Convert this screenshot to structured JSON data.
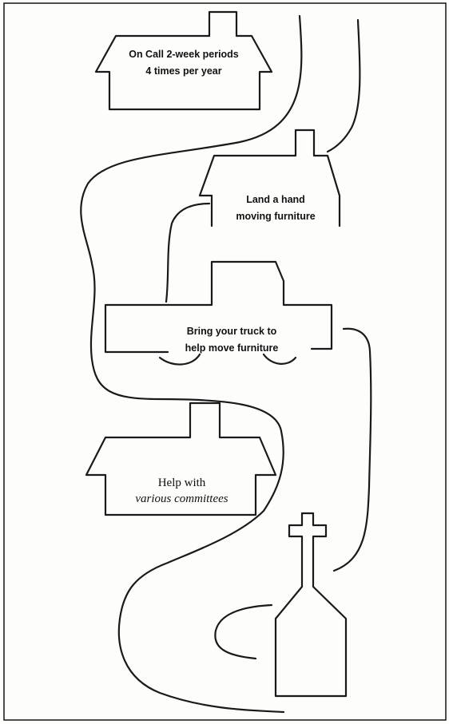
{
  "houses": [
    {
      "id": "on-call",
      "lines": [
        "On Call 2-week periods",
        "4 times per year"
      ]
    },
    {
      "id": "land-a-hand",
      "lines": [
        "Land a hand",
        "moving furniture"
      ]
    },
    {
      "id": "truck",
      "lines": [
        "Bring your truck to",
        "help move furniture"
      ]
    },
    {
      "id": "committees",
      "lines": [
        "Help with",
        "various committees"
      ]
    }
  ],
  "destination": {
    "icon": "church-icon"
  }
}
